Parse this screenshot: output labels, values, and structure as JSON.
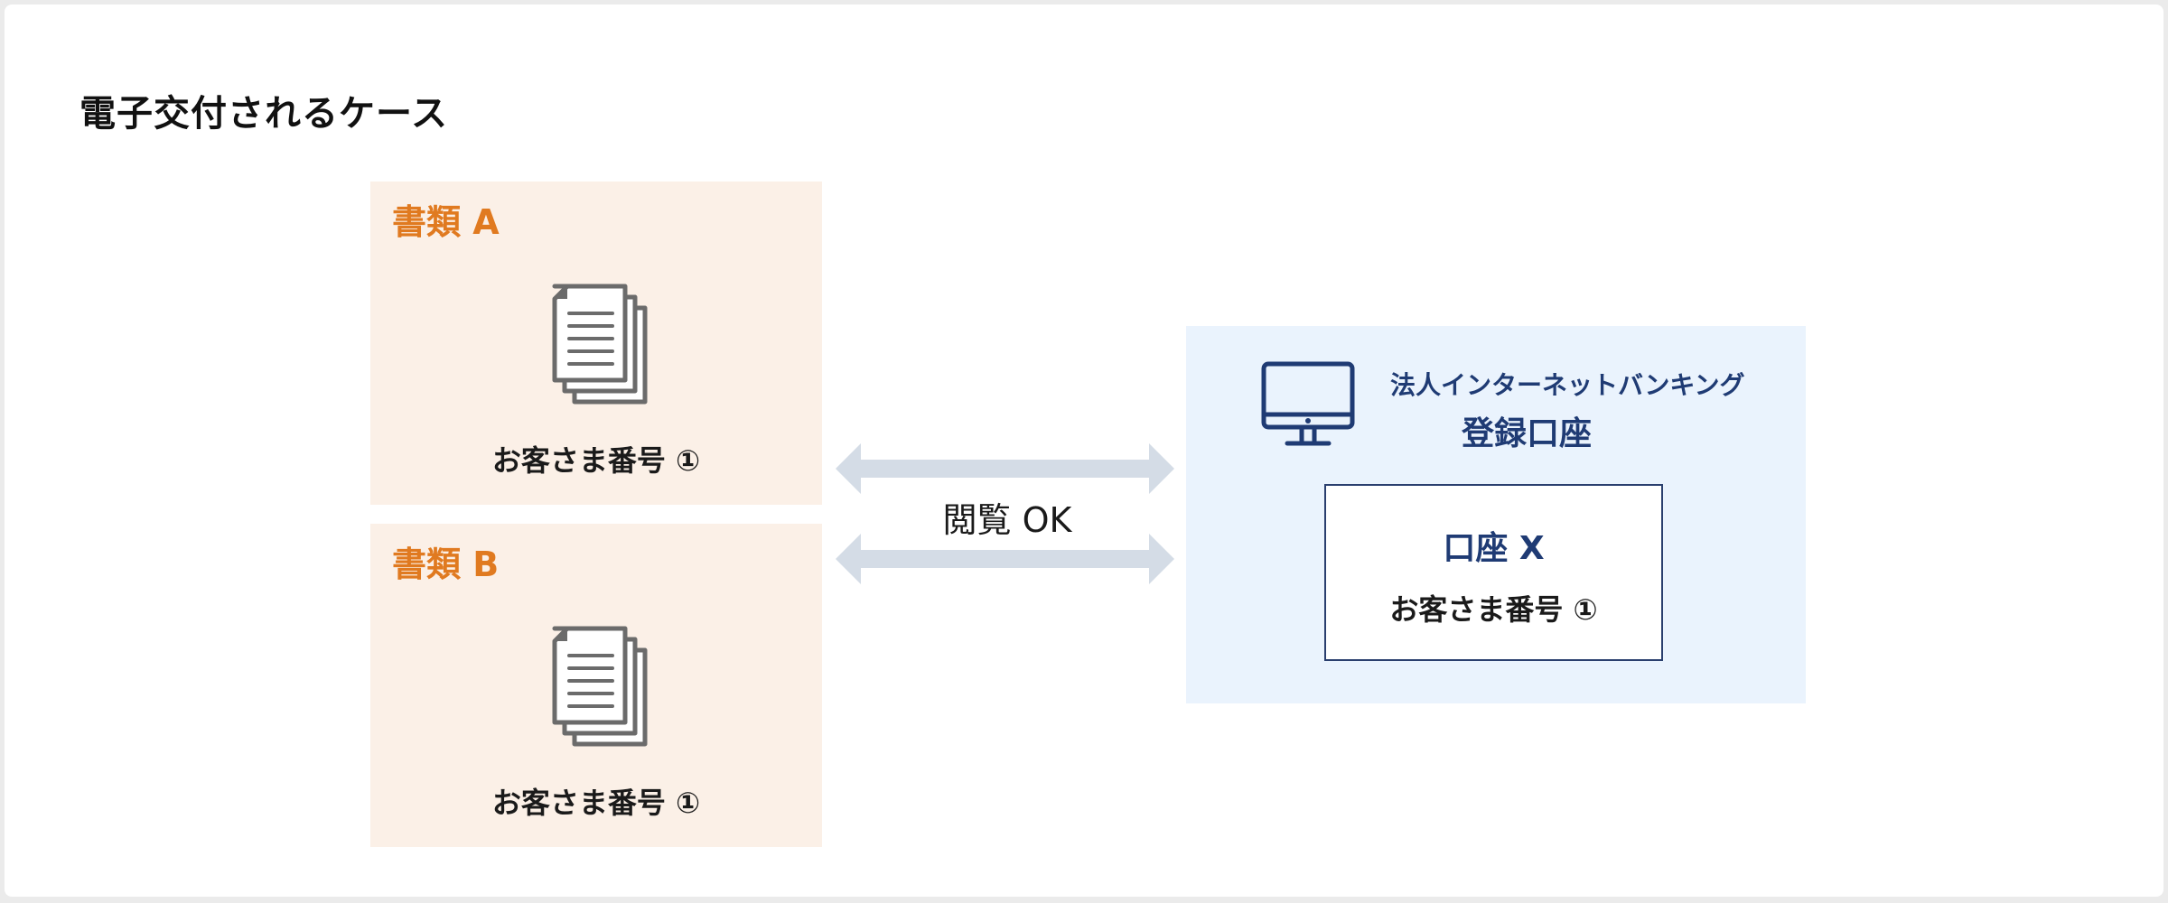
{
  "heading": "電子交付されるケース",
  "documents": [
    {
      "title": "書類 A",
      "icon": "documents-icon",
      "customer_number": "お客さま番号 ①"
    },
    {
      "title": "書類 B",
      "icon": "documents-icon",
      "customer_number": "お客さま番号 ①"
    }
  ],
  "connector": {
    "label": "閲覧 OK",
    "icon": "double-arrow-icon",
    "color": "#d4dce6"
  },
  "bank": {
    "icon": "monitor-icon",
    "service": "法人インターネットバンキング",
    "subtitle": "登録口座",
    "account": {
      "name": "口座 X",
      "customer_number": "お客さま番号 ①"
    }
  },
  "colors": {
    "doc_background": "#fbf0e7",
    "doc_title": "#e07a20",
    "bank_background": "#eaf3fd",
    "bank_text": "#1f3b74"
  }
}
